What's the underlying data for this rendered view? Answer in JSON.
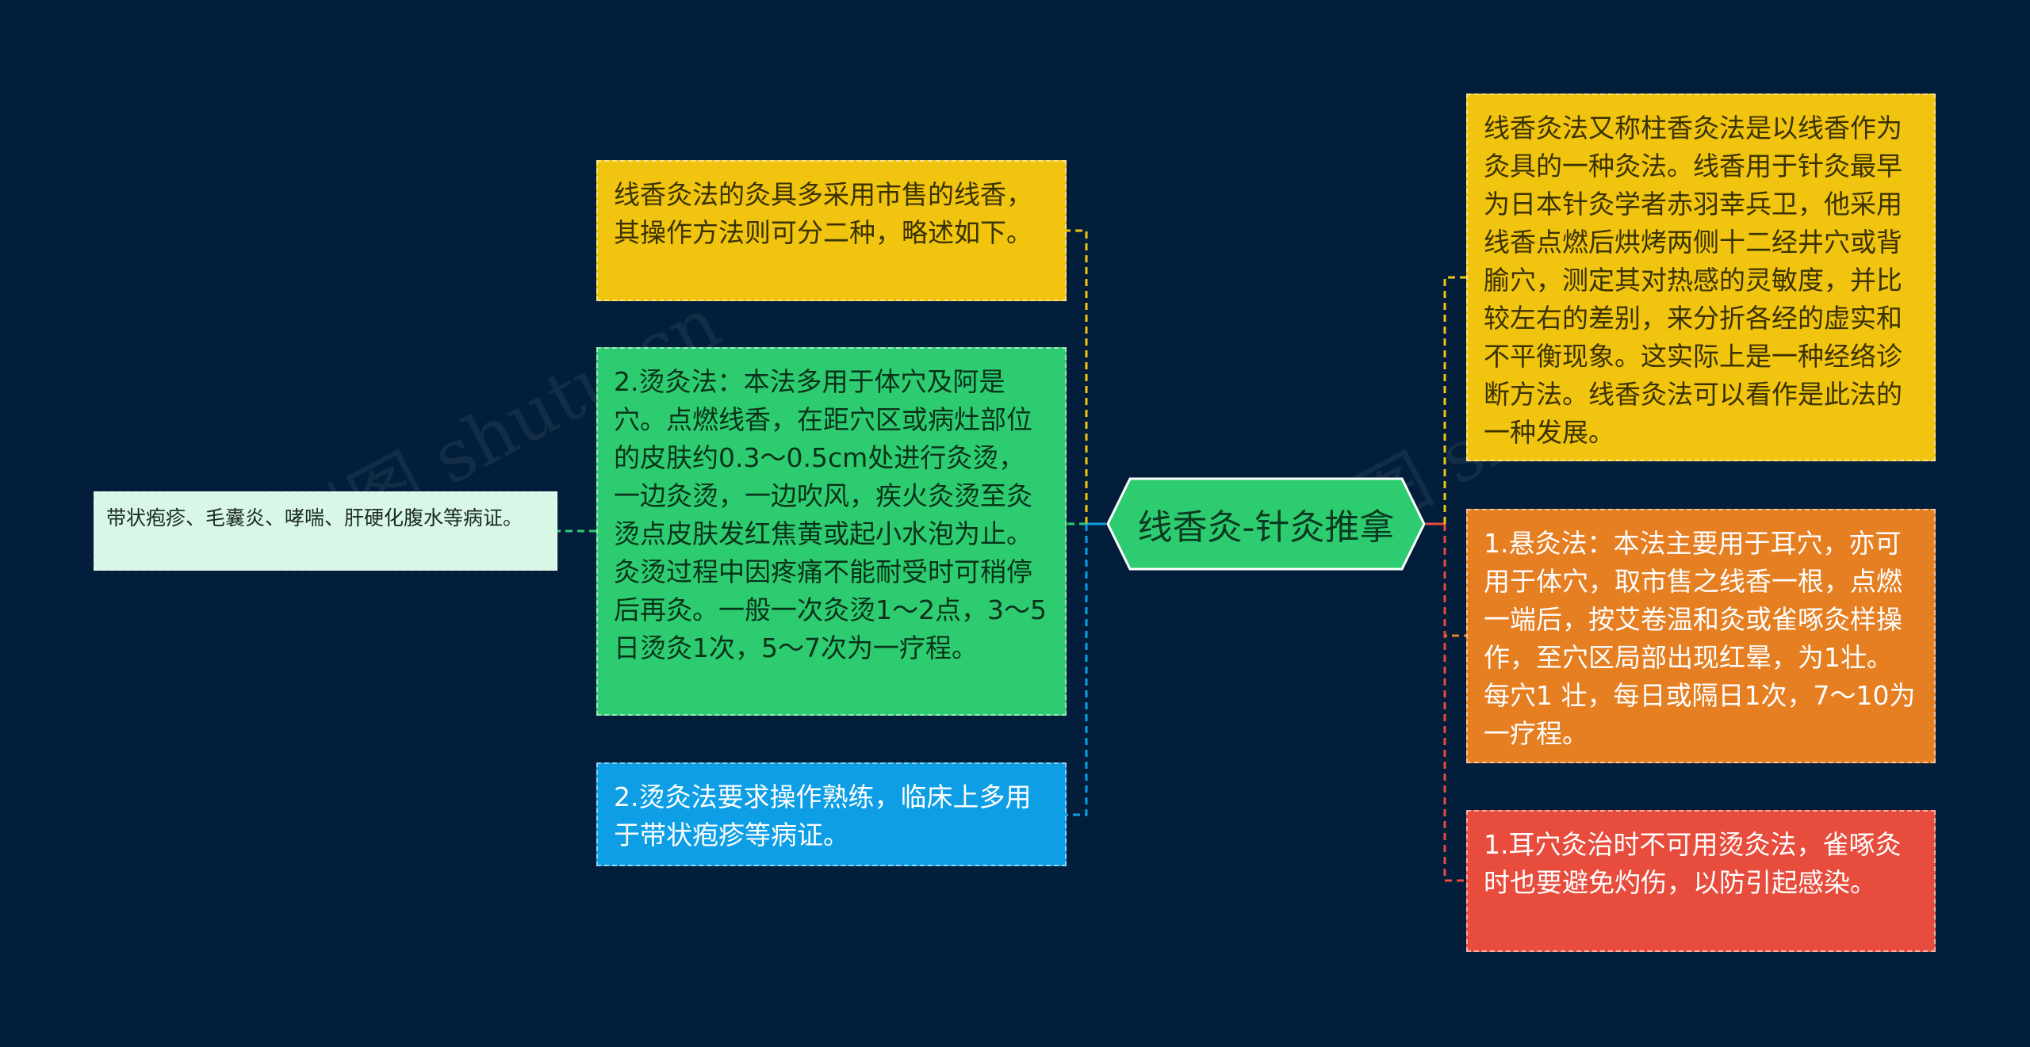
{
  "center": {
    "label": "线香灸-针灸推拿",
    "color": "#2ecc71"
  },
  "left_branches": [
    {
      "text": "线香灸法的灸具多采用市售的线香，其操作方法则可分二种，略述如下。",
      "color": "#f1c40f"
    },
    {
      "text": "2.烫灸法：本法多用于体穴及阿是穴。点燃线香，在距穴区或病灶部位的皮肤约0.3～0.5cm处进行灸烫，一边灸烫，一边吹风，疾火灸烫至灸烫点皮肤发红焦黄或起小水泡为止。灸烫过程中因疼痛不能耐受时可稍停后再灸。一般一次灸烫1～2点，3～5 日烫灸1次，5～7次为一疗程。",
      "color": "#2ecc71"
    },
    {
      "text": "2.烫灸法要求操作熟练，临床上多用于带状疱疹等病证。",
      "color": "#0e9ee5"
    }
  ],
  "far_left": {
    "text": "带状疱疹、毛囊炎、哮喘、肝硬化腹水等病证。",
    "color": "#d9f7e6"
  },
  "right_branches": [
    {
      "text": "线香灸法又称柱香灸法是以线香作为灸具的一种灸法。线香用于针灸最早为日本针灸学者赤羽幸兵卫，他采用线香点燃后烘烤两侧十二经井穴或背腧穴，测定其对热感的灵敏度，并比较左右的差别，来分折各经的虚实和不平衡现象。这实际上是一种经络诊断方法。线香灸法可以看作是此法的一种发展。",
      "color": "#f1c40f"
    },
    {
      "text": "1.悬灸法：本法主要用于耳穴，亦可用于体穴，取市售之线香一根，点燃一端后，按艾卷温和灸或雀啄灸样操作，至穴区局部出现红晕，为1壮。每穴1 壮，每日或隔日1次，7～10为一疗程。",
      "color": "#e67e22"
    },
    {
      "text": "1.耳穴灸治时不可用烫灸法，雀啄灸时也要避免灼伤，以防引起感染。",
      "color": "#e74c3c"
    }
  ],
  "watermarks": [
    "树图 shutu.cn",
    "树图 shutu.cn"
  ]
}
